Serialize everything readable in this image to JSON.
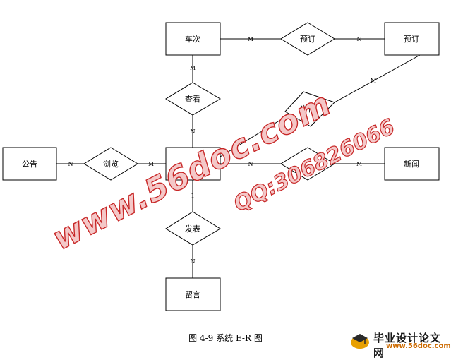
{
  "diagram": {
    "entities": {
      "checi": "车次",
      "yuding": "预订",
      "gonggao": "公告",
      "xinwen": "新闻",
      "liuyan": "留言",
      "center": ""
    },
    "relationships": {
      "yuding": "预订",
      "chakan": "查看",
      "jinxing": "进行",
      "liulan": "浏览",
      "fabiao": "发表",
      "right": ""
    },
    "cardinalities": {
      "checi_yuding": "M",
      "yuding_yuding": "N",
      "checi_chakan": "M",
      "chakan_center": "N",
      "jinxing_yuding": "M",
      "gonggao_liulan": "N",
      "liulan_center": "M",
      "center_right": "N",
      "right_xinwen": "M",
      "center_fabiao": "1",
      "fabiao_liuyan": "N"
    }
  },
  "caption": "图 4-9 系统 E-R 图",
  "watermark": {
    "main": "www.56doc.com",
    "qq": "QQ:306826066",
    "brand_title": "毕业设计论文网",
    "brand_url": "www.56doc.com"
  },
  "colors": {
    "watermark_fill": "#f4c8c8",
    "watermark_stroke": "#c82828",
    "brand_url": "#cc6a00"
  }
}
